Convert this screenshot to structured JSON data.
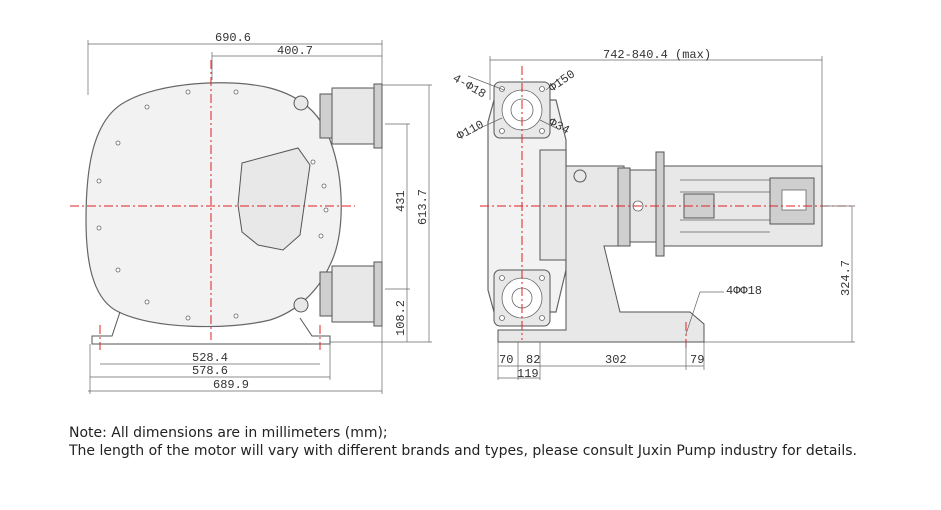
{
  "dimensions": {
    "front_total_width": "690.6",
    "front_half_width": "400.7",
    "height_431": "431",
    "height_total": "613.7",
    "port_height": "108.2",
    "base_528": "528.4",
    "base_578": "578.6",
    "base_689": "689.9",
    "side_length_range": "742-840.4 (max)",
    "flange_holes": "4-Φ18",
    "flange_d150": "Φ150",
    "flange_d110": "Φ110",
    "flange_d34": "Φ34",
    "base_holes": "4ΦΦ18",
    "side_70": "70",
    "side_82": "82",
    "side_302": "302",
    "side_79": "79",
    "side_119": "119",
    "shaft_height": "324.7"
  },
  "notes": {
    "line1": "Note: All dimensions are in millimeters (mm);",
    "line2": "The length of the motor will vary with different brands and types, please consult Juxin Pump industry for details."
  }
}
